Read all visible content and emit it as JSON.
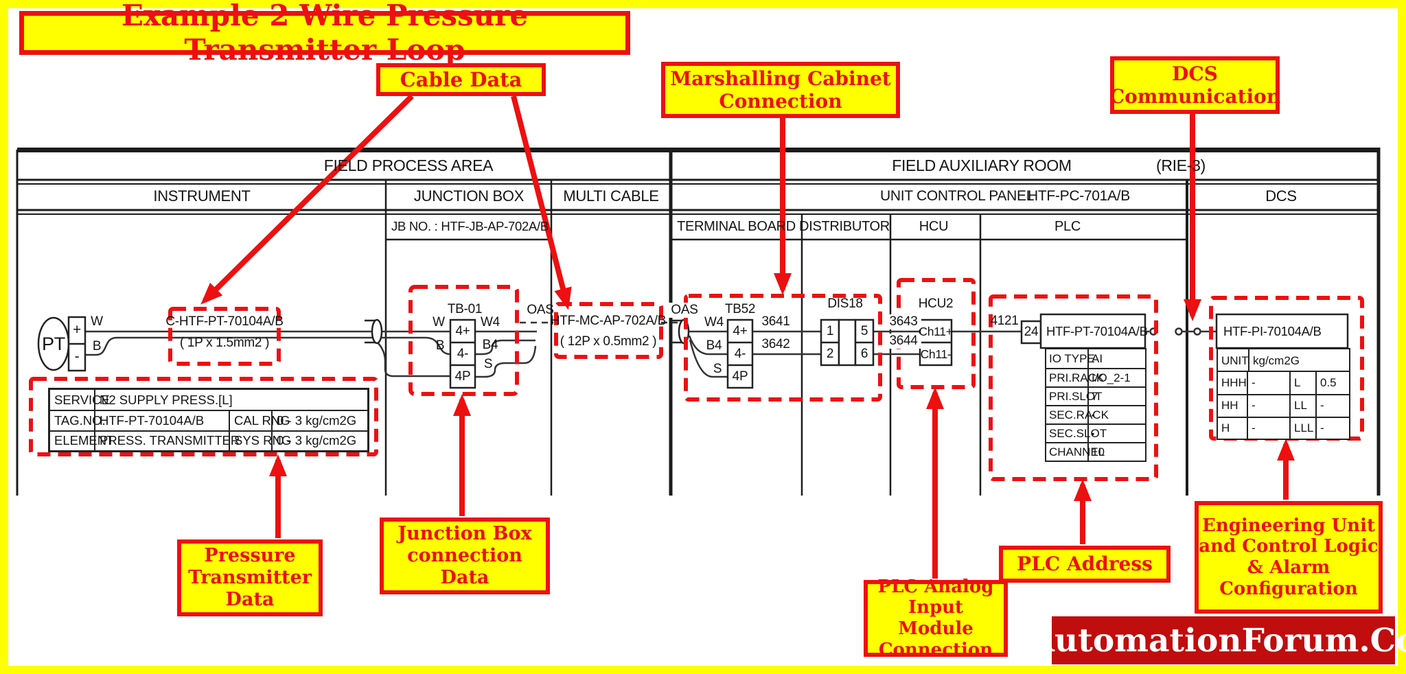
{
  "title": "Example 2 Wire Pressure Transmitter Loop",
  "callouts": {
    "cable_data": "Cable Data",
    "marshalling": "Marshalling Cabinet\nConnection",
    "dcs_comm": "DCS\nCommunication",
    "pt_data": "Pressure\nTransmitter\nData",
    "jb_data": "Junction Box\nconnection\nData",
    "plc_ai": "PLC Analog\nInput Module\nConnection",
    "plc_addr": "PLC Address",
    "eng_unit": "Engineering Unit\nand Control Logic\n& Alarm\nConfiguration"
  },
  "zones": {
    "field_process_area": "FIELD PROCESS AREA",
    "field_aux_room": "FIELD AUXILIARY ROOM",
    "rie": "(RIE-3)"
  },
  "columns": {
    "instrument": "INSTRUMENT",
    "junction_box": "JUNCTION BOX",
    "multi_cable": "MULTI CABLE",
    "unit_control_panel": "UNIT CONTROL PANEL",
    "panel_tag": "HTF-PC-701A/B",
    "dcs": "DCS",
    "jb_no": "JB NO. :  HTF-JB-AP-702A/B",
    "terminal_board": "TERMINAL BOARD",
    "distributor": "DISTRIBUTOR",
    "hcu": "HCU",
    "plc": "PLC"
  },
  "instrument": {
    "tag": "PT",
    "plus": "+",
    "minus": "-",
    "w": "W",
    "b": "B",
    "cable_name": "C-HTF-PT-70104A/B",
    "cable_spec": "( 1P x 1.5mm2 )",
    "table": {
      "rows": [
        [
          "SERVICE",
          "N2 SUPPLY PRESS.[L]",
          "",
          ""
        ],
        [
          "TAG.NO.",
          "HTF-PT-70104A/B",
          "CAL RNG",
          "0 - 3 kg/cm2G"
        ],
        [
          "ELEMENT",
          "PRESS. TRANSMITTER",
          "SYS RNG",
          "0 - 3 kg/cm2G"
        ]
      ]
    }
  },
  "junction_box": {
    "label": "TB-01",
    "t1": "4+",
    "t2": "4-",
    "t3": "4P",
    "in_w": "W",
    "in_b": "B",
    "out_w": "W4",
    "out_b": "B4",
    "out_s": "S",
    "gland": "OAS"
  },
  "multi_cable": {
    "name": "HTF-MC-AP-702A/B",
    "spec": "( 12P x 0.5mm2 )",
    "gland": "OAS"
  },
  "terminal_board": {
    "label": "TB52",
    "t1": "4+",
    "t2": "4-",
    "t3": "4P",
    "in_w": "W4",
    "in_b": "B4",
    "in_s": "S",
    "out1": "3641",
    "out2": "3642"
  },
  "distributor": {
    "label": "DIS18",
    "c1": "1",
    "c2": "2",
    "c3": "5",
    "c4": "6",
    "out1": "3643",
    "out2": "3644"
  },
  "hcu": {
    "label": "HCU2",
    "ch1": "Ch11+",
    "ch2": "Ch11-",
    "out": "4121"
  },
  "plc": {
    "address": "24",
    "tag": "HTF-PT-70104A/B",
    "rows": [
      [
        "IO TYPE",
        "AI"
      ],
      [
        "PRI.RACK",
        "I/O_2-1"
      ],
      [
        "PRI.SLOT",
        "7"
      ],
      [
        "SEC.RACK",
        "▪"
      ],
      [
        "SEC.SLOT",
        "▪"
      ],
      [
        "CHANNEL",
        "10"
      ]
    ]
  },
  "dcs": {
    "tag": "HTF-PI-70104A/B",
    "unit_label": "UNIT",
    "unit_value": "kg/cm2G",
    "alarms": [
      [
        "HHH",
        "-",
        "L",
        "0.5"
      ],
      [
        "HH",
        "-",
        "LL",
        "-"
      ],
      [
        "H",
        "-",
        "LLL",
        "-"
      ]
    ]
  },
  "brand": "AutomationForum.Co",
  "colors": {
    "callout_red": "#ED1010",
    "yellow": "#FFFF00",
    "banner_red": "#C00D0D"
  }
}
